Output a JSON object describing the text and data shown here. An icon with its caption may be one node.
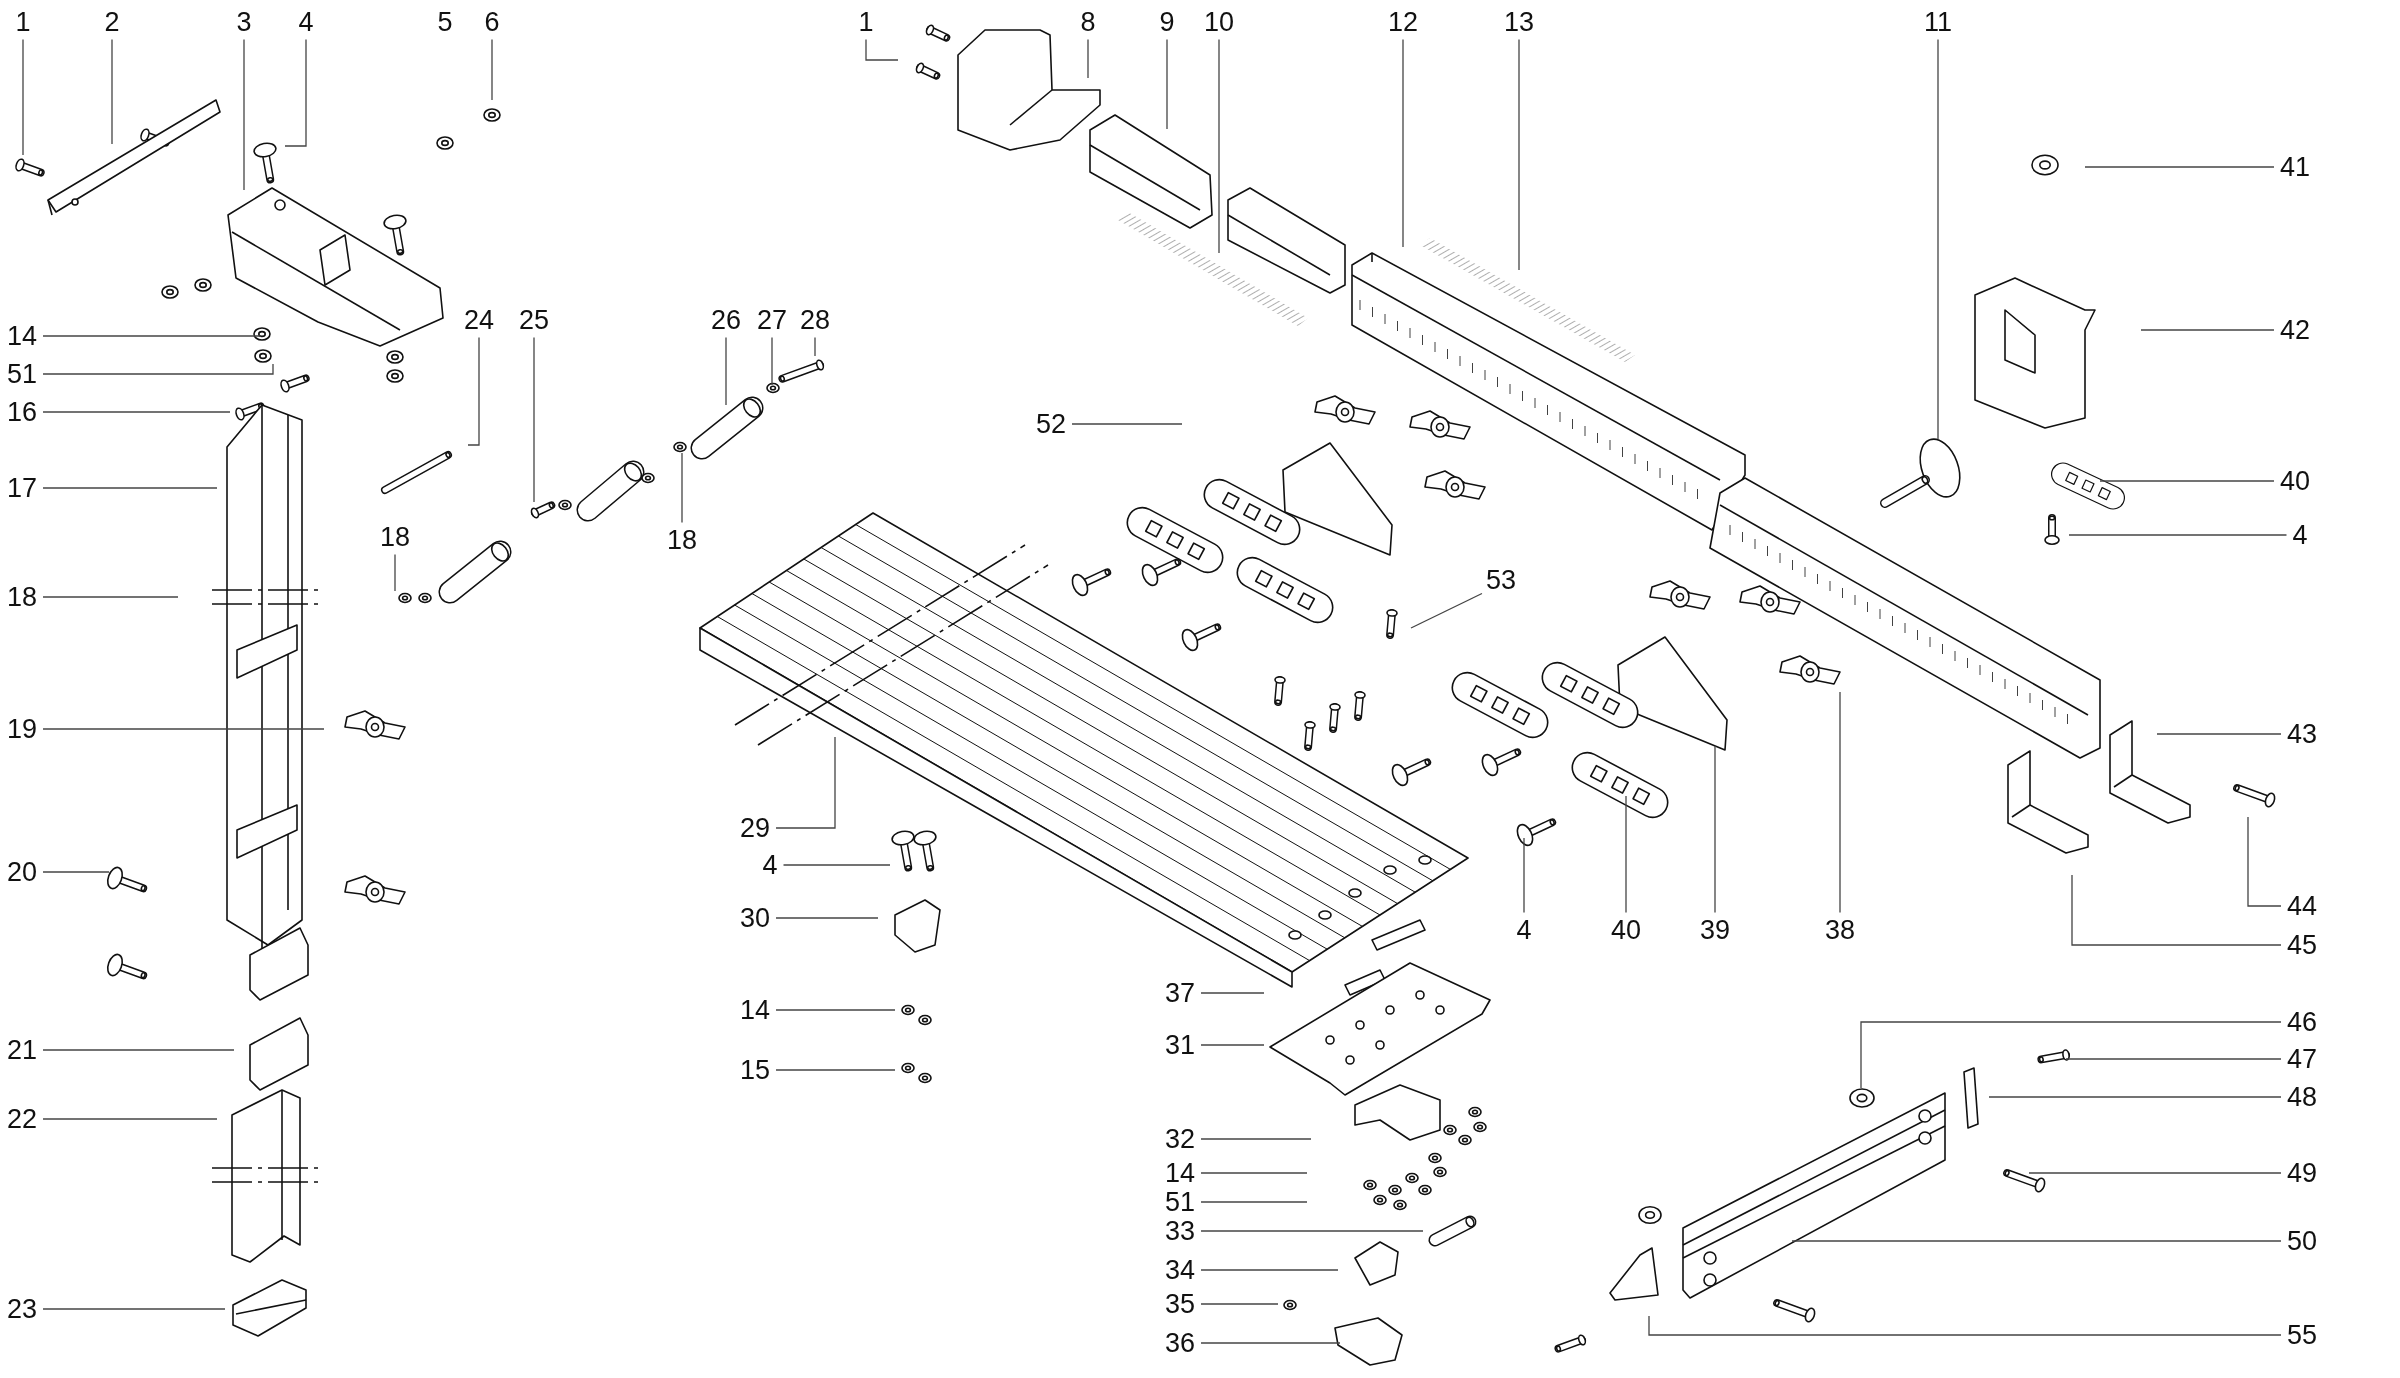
{
  "diagram": {
    "nodes": [
      {
        "text": [
          "1"
        ]
      },
      {
        "text": [
          "2"
        ]
      },
      {
        "text": [
          "3"
        ]
      },
      {
        "text": [
          "4"
        ]
      },
      {
        "text": [
          "6"
        ]
      },
      {
        "text": [
          "1"
        ]
      },
      {
        "text": [
          "8"
        ]
      },
      {
        "text": [
          "9"
        ]
      },
      {
        "text": [
          "10"
        ]
      },
      {
        "text": [
          "12"
        ]
      },
      {
        "text": [
          "13"
        ]
      },
      {
        "text": [
          "11"
        ]
      },
      {
        "text": [
          "41"
        ]
      },
      {
        "text": [
          "42"
        ]
      },
      {
        "text": [
          "24"
        ]
      },
      {
        "text": [
          "25"
        ]
      },
      {
        "text": [
          "26"
        ]
      },
      {
        "text": [
          "27"
        ]
      },
      {
        "text": [
          "28"
        ]
      },
      {
        "text": [
          "14"
        ]
      },
      {
        "text": [
          "51"
        ]
      },
      {
        "text": [
          "16"
        ]
      },
      {
        "text": [
          "17"
        ]
      },
      {
        "text": [
          "52"
        ]
      },
      {
        "text": [
          "40"
        ]
      },
      {
        "text": [
          "4"
        ]
      },
      {
        "text": [
          "53"
        ]
      },
      {
        "text": [
          "18"
        ]
      },
      {
        "text": [
          "18"
        ]
      },
      {
        "text": [
          "18"
        ]
      },
      {
        "text": [
          "19"
        ]
      },
      {
        "text": [
          "43"
        ]
      },
      {
        "text": [
          "29"
        ]
      },
      {
        "text": [
          "4"
        ]
      },
      {
        "text": [
          "20"
        ]
      },
      {
        "text": [
          "44"
        ]
      },
      {
        "text": [
          "4"
        ]
      },
      {
        "text": [
          "40"
        ]
      },
      {
        "text": [
          "39"
        ]
      },
      {
        "text": [
          "38"
        ]
      },
      {
        "text": [
          "30"
        ]
      },
      {
        "text": [
          "45"
        ]
      },
      {
        "text": [
          "37"
        ]
      },
      {
        "text": [
          "14"
        ]
      },
      {
        "text": [
          "46"
        ]
      },
      {
        "text": [
          "31"
        ]
      },
      {
        "text": [
          "21"
        ]
      },
      {
        "text": [
          "47"
        ]
      },
      {
        "text": [
          "15"
        ]
      },
      {
        "text": [
          "48"
        ]
      },
      {
        "text": [
          "22"
        ]
      },
      {
        "text": [
          "32"
        ]
      },
      {
        "text": [
          "14"
        ]
      },
      {
        "text": [
          "49"
        ]
      },
      {
        "text": [
          "51"
        ]
      },
      {
        "text": [
          "33"
        ]
      },
      {
        "text": [
          "50"
        ]
      },
      {
        "text": [
          "34"
        ]
      },
      {
        "text": [
          "35"
        ]
      },
      {
        "text": [
          "23"
        ]
      },
      {
        "text": [
          "55"
        ]
      },
      {
        "text": [
          "36"
        ]
      }
    ],
    "edges": [
      {
        "from": 0,
        "to": null,
        "arrow": "none"
      },
      {
        "from": 1,
        "to": null,
        "arrow": "none"
      },
      {
        "from": 2,
        "to": null,
        "arrow": "none"
      },
      {
        "from": 3,
        "to": null,
        "arrow": "none"
      },
      {
        "from": 4,
        "to": null,
        "arrow": "none"
      },
      {
        "from": 5,
        "to": null,
        "arrow": "none"
      },
      {
        "from": 6,
        "to": null,
        "arrow": "none"
      },
      {
        "from": 7,
        "to": null,
        "arrow": "none"
      },
      {
        "from": 8,
        "to": null,
        "arrow": "none"
      },
      {
        "from": 9,
        "to": null,
        "arrow": "none"
      },
      {
        "from": 10,
        "to": null,
        "arrow": "none"
      },
      {
        "from": 11,
        "to": null,
        "arrow": "none"
      },
      {
        "from": 12,
        "to": null,
        "arrow": "none"
      },
      {
        "from": 13,
        "to": null,
        "arrow": "none"
      },
      {
        "from": 14,
        "to": null,
        "arrow": "none"
      },
      {
        "from": 15,
        "to": null,
        "arrow": "none"
      },
      {
        "from": 16,
        "to": null,
        "arrow": "none"
      },
      {
        "from": 17,
        "to": null,
        "arrow": "none"
      },
      {
        "from": 18,
        "to": null,
        "arrow": "none"
      },
      {
        "from": 19,
        "to": null,
        "arrow": "none"
      },
      {
        "from": 20,
        "to": null,
        "arrow": "none"
      },
      {
        "from": 21,
        "to": null,
        "arrow": "none"
      },
      {
        "from": 22,
        "to": null,
        "arrow": "none"
      },
      {
        "from": 23,
        "to": null,
        "arrow": "none"
      },
      {
        "from": 24,
        "to": null,
        "arrow": "none"
      },
      {
        "from": 25,
        "to": null,
        "arrow": "none"
      },
      {
        "from": 26,
        "to": null,
        "arrow": "none"
      },
      {
        "from": 27,
        "to": null,
        "arrow": "none"
      },
      {
        "from": 28,
        "to": null,
        "arrow": "none"
      },
      {
        "from": 29,
        "to": null,
        "arrow": "none"
      },
      {
        "from": 30,
        "to": null,
        "arrow": "none"
      },
      {
        "from": 31,
        "to": null,
        "arrow": "none"
      },
      {
        "from": 32,
        "to": null,
        "arrow": "none"
      },
      {
        "from": 33,
        "to": null,
        "arrow": "none"
      },
      {
        "from": 34,
        "to": null,
        "arrow": "none"
      },
      {
        "from": 35,
        "to": null,
        "arrow": "none"
      },
      {
        "from": 36,
        "to": null,
        "arrow": "none"
      },
      {
        "from": 37,
        "to": null,
        "arrow": "none"
      },
      {
        "from": 38,
        "to": null,
        "arrow": "none"
      },
      {
        "from": 39,
        "to": null,
        "arrow": "none"
      },
      {
        "from": 40,
        "to": null,
        "arrow": "none"
      },
      {
        "from": 41,
        "to": null,
        "arrow": "none"
      },
      {
        "from": 42,
        "to": null,
        "arrow": "none"
      },
      {
        "from": 43,
        "to": null,
        "arrow": "none"
      },
      {
        "from": 44,
        "to": null,
        "arrow": "none"
      },
      {
        "from": 45,
        "to": null,
        "arrow": "none"
      },
      {
        "from": 46,
        "to": null,
        "arrow": "none"
      },
      {
        "from": 47,
        "to": null,
        "arrow": "none"
      },
      {
        "from": 48,
        "to": null,
        "arrow": "none"
      },
      {
        "from": 49,
        "to": null,
        "arrow": "none"
      },
      {
        "from": 50,
        "to": null,
        "arrow": "none"
      },
      {
        "from": 51,
        "to": null,
        "arrow": "none"
      },
      {
        "from": 52,
        "to": null,
        "arrow": "none"
      },
      {
        "from": 53,
        "to": null,
        "arrow": "none"
      },
      {
        "from": 54,
        "to": null,
        "arrow": "none"
      },
      {
        "from": 55,
        "to": null,
        "arrow": "none"
      },
      {
        "from": 56,
        "to": null,
        "arrow": "none"
      },
      {
        "from": 57,
        "to": null,
        "arrow": "none"
      },
      {
        "from": 58,
        "to": null,
        "arrow": "none"
      },
      {
        "from": 59,
        "to": null,
        "arrow": "none"
      },
      {
        "from": 60,
        "to": null,
        "arrow": "none"
      },
      {
        "from": 61,
        "to": null,
        "arrow": "none"
      }
    ],
    "labels": [
      "5"
    ]
  }
}
